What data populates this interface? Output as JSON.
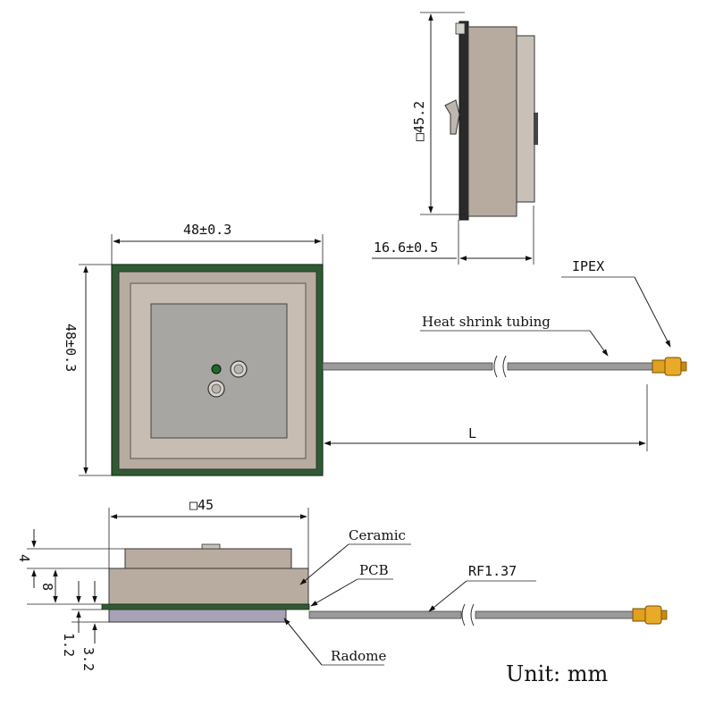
{
  "side_view_top": {
    "dim_height": "□45.2",
    "dim_thickness": "16.6±0.5"
  },
  "top_view": {
    "dim_width": "48±0.3",
    "dim_height": "48±0.3",
    "dim_length": "L",
    "label_heat_shrink": "Heat shrink tubing",
    "label_connector": "IPEX"
  },
  "side_view_bottom": {
    "dim_ceramic": "□45",
    "dim_4": "4",
    "dim_8": "8",
    "dim_1_2": "1.2",
    "dim_3_2": "3.2",
    "label_ceramic": "Ceramic",
    "label_pcb": "PCB",
    "label_cable": "RF1.37",
    "label_radome": "Radome"
  },
  "footer": {
    "unit_text": "Unit: mm"
  },
  "colors": {
    "pcb_green": "#2f5a33",
    "ceramic_tan": "#b8aca0",
    "patch_gray": "#a8a6a2",
    "cable_gray": "#9a9a9a",
    "connector_gold": "#e0a020"
  }
}
